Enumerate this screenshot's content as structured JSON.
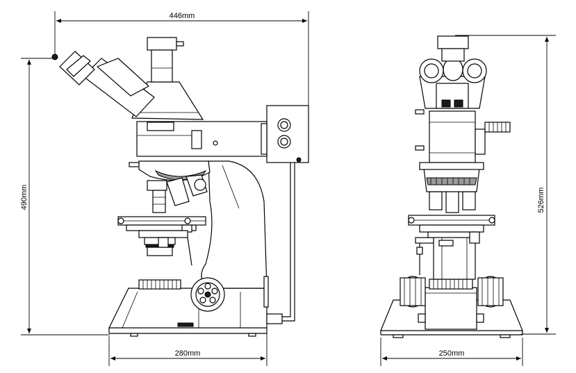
{
  "dimensions": {
    "front_width": "446mm",
    "front_height": "490mm",
    "base_depth_front": "280mm",
    "side_height": "526mm",
    "base_width_side": "250mm"
  },
  "colors": {
    "line": "#000000",
    "background": "#ffffff"
  }
}
